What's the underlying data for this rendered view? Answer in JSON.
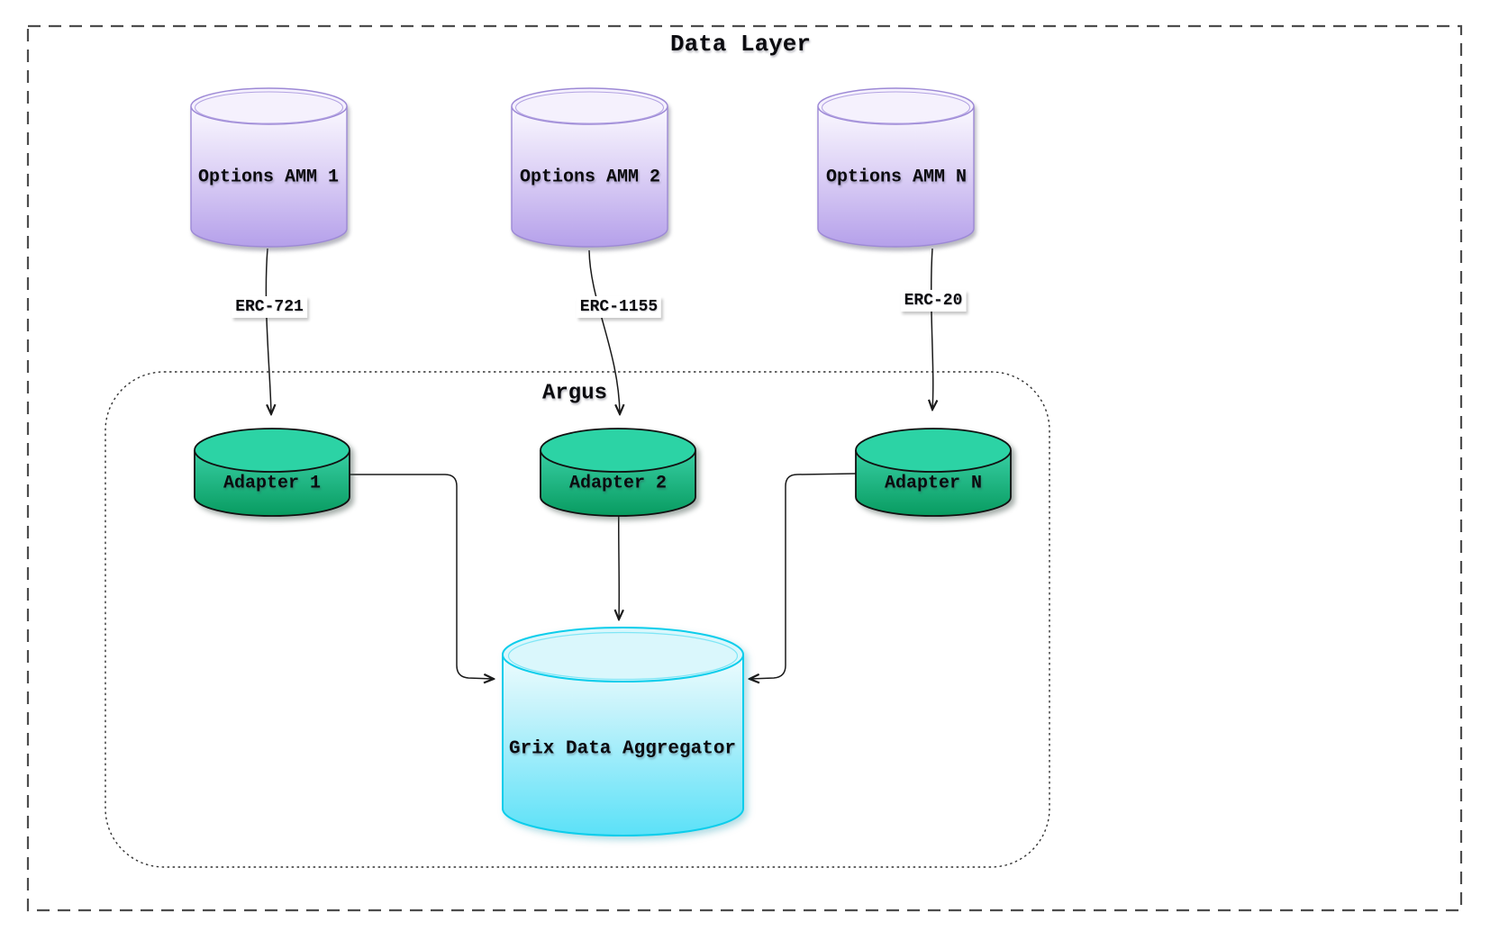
{
  "diagram": {
    "title": "Data Layer",
    "argus_group_label": "Argus",
    "nodes": {
      "amm1": {
        "label": "Options AMM 1",
        "shape": "cylinder",
        "color": "#b5a0ea"
      },
      "amm2": {
        "label": "Options AMM 2",
        "shape": "cylinder",
        "color": "#b5a0ea"
      },
      "ammN": {
        "label": "Options AMM N",
        "shape": "cylinder",
        "color": "#b5a0ea"
      },
      "adapter1": {
        "label": "Adapter 1",
        "shape": "cylinder",
        "color": "#0a9b61"
      },
      "adapter2": {
        "label": "Adapter 2",
        "shape": "cylinder",
        "color": "#0a9b61"
      },
      "adapterN": {
        "label": "Adapter N",
        "shape": "cylinder",
        "color": "#0a9b61"
      },
      "aggregator": {
        "label": "Grix Data Aggregator",
        "shape": "cylinder",
        "color": "#5be1f8"
      }
    },
    "edges": [
      {
        "from": "Options AMM 1",
        "to": "Adapter 1",
        "label": "ERC-721"
      },
      {
        "from": "Options AMM 2",
        "to": "Adapter 2",
        "label": "ERC-1155"
      },
      {
        "from": "Options AMM N",
        "to": "Adapter N",
        "label": "ERC-20"
      },
      {
        "from": "Adapter 1",
        "to": "Grix Data Aggregator",
        "label": ""
      },
      {
        "from": "Adapter 2",
        "to": "Grix Data Aggregator",
        "label": ""
      },
      {
        "from": "Adapter N",
        "to": "Grix Data Aggregator",
        "label": ""
      }
    ],
    "colors": {
      "outer_border": "#4d4d4d",
      "inner_border": "#333333",
      "connector": "#1a1a1a",
      "purple_top": "#fbf9ff",
      "purple_bottom": "#b5a0ea",
      "purple_stroke": "#9d89d6",
      "green_top": "#38cfa4",
      "green_bottom": "#089b60",
      "green_stroke": "#111111",
      "cyan_top": "#eefcfe",
      "cyan_bottom": "#5be1f8",
      "cyan_stroke": "#0ccdeb",
      "text": "#0b0b0f",
      "label_box_bg": "#ffffff"
    }
  }
}
